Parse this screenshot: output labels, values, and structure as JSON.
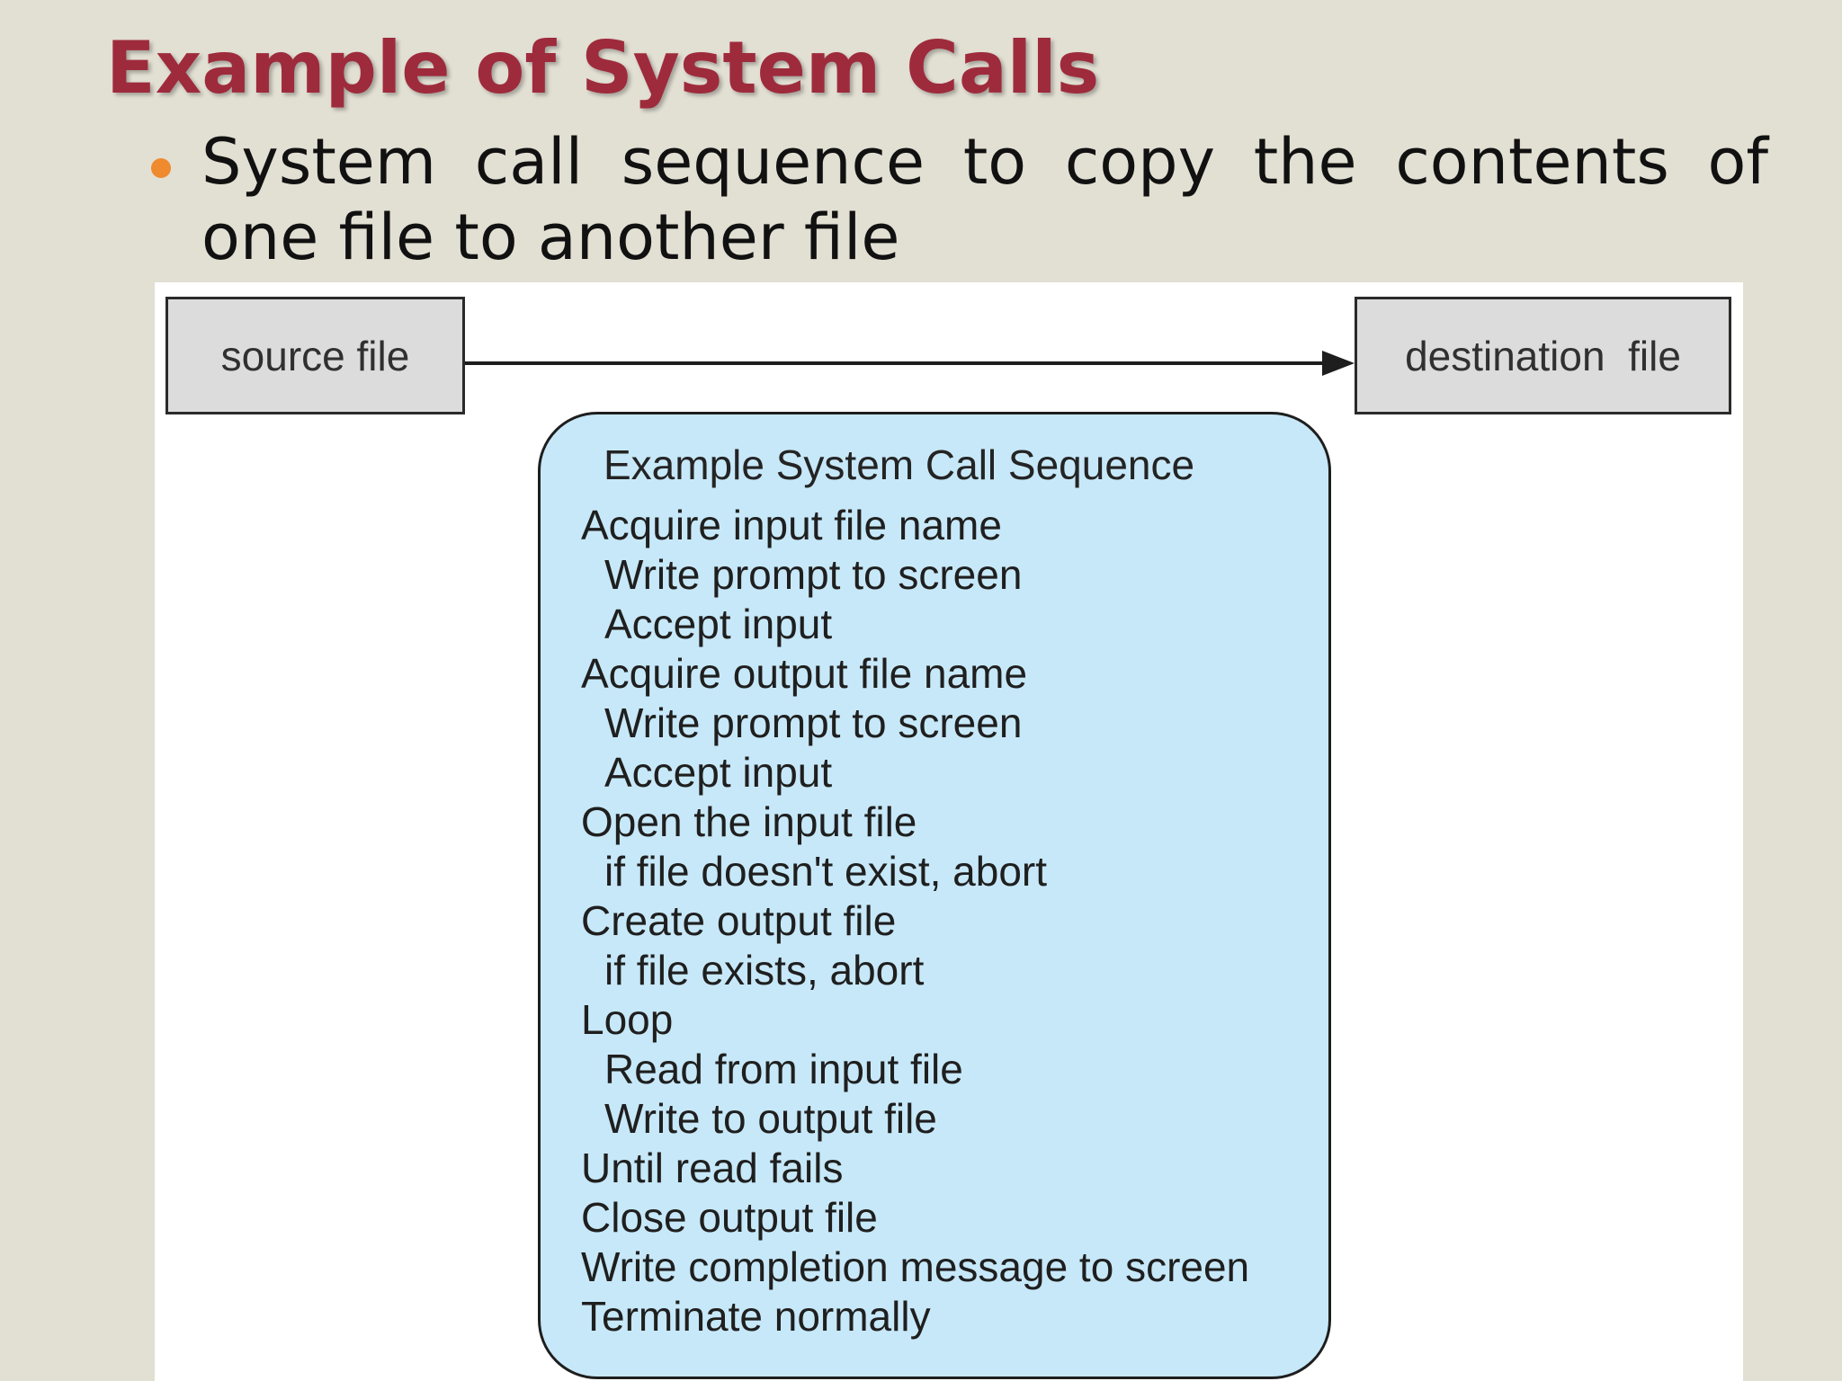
{
  "slide": {
    "title": "Example of System Calls",
    "bullet": "System call sequence to copy the contents of one file to another file"
  },
  "diagram": {
    "source_label": "source file",
    "destination_label": "destination  file",
    "sequence_title": "Example System Call Sequence",
    "steps": [
      {
        "text": "Acquire input file name",
        "indent": false
      },
      {
        "text": "Write prompt to screen",
        "indent": true
      },
      {
        "text": "Accept input",
        "indent": true
      },
      {
        "text": "Acquire output file name",
        "indent": false
      },
      {
        "text": "Write prompt to screen",
        "indent": true
      },
      {
        "text": "Accept input",
        "indent": true
      },
      {
        "text": "Open the input file",
        "indent": false
      },
      {
        "text": "if file doesn't exist, abort",
        "indent": true
      },
      {
        "text": "Create output file",
        "indent": false
      },
      {
        "text": "if file exists, abort",
        "indent": true
      },
      {
        "text": "Loop",
        "indent": false
      },
      {
        "text": "Read from input file",
        "indent": true
      },
      {
        "text": "Write to output file",
        "indent": true
      },
      {
        "text": "Until read fails",
        "indent": false
      },
      {
        "text": "Close output file",
        "indent": false
      },
      {
        "text": "Write completion message to screen",
        "indent": false
      },
      {
        "text": "Terminate normally",
        "indent": false
      }
    ]
  },
  "colors": {
    "title": "#9e2b3c",
    "bullet": "#ef8a2e",
    "background": "#e2dfd3",
    "sequence_fill": "#c7e8f8",
    "file_box_fill": "#dcdcdc"
  }
}
